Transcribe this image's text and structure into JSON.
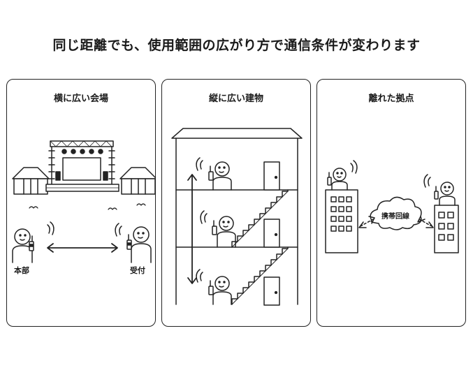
{
  "title": "同じ距離でも、使用範囲の広がり方で通信条件が変わります",
  "panels": [
    {
      "title": "横に広い会場",
      "labels": [
        "本部",
        "受付"
      ]
    },
    {
      "title": "縦に広い建物"
    },
    {
      "title": "離れた拠点",
      "cloud_label": "携帯回線"
    }
  ]
}
